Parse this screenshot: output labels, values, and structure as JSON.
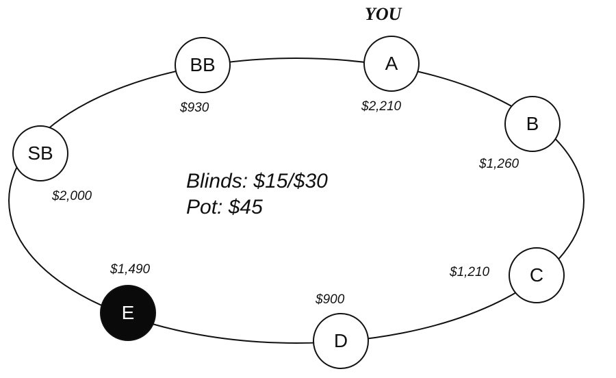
{
  "hero_label": "YOU",
  "info": {
    "blinds": "Blinds: $15/$30",
    "pot": "Pot: $45"
  },
  "seats": {
    "bb": {
      "label": "BB",
      "stack": "$930"
    },
    "a": {
      "label": "A",
      "stack": "$2,210"
    },
    "b": {
      "label": "B",
      "stack": "$1,260"
    },
    "sb": {
      "label": "SB",
      "stack": "$2,000"
    },
    "c": {
      "label": "C",
      "stack": "$1,210"
    },
    "e": {
      "label": "E",
      "stack": "$1,490"
    },
    "d": {
      "label": "D",
      "stack": "$900"
    }
  },
  "colors": {
    "line": "#111111",
    "dealer_fill": "#0a0a0a",
    "background": "#ffffff"
  }
}
